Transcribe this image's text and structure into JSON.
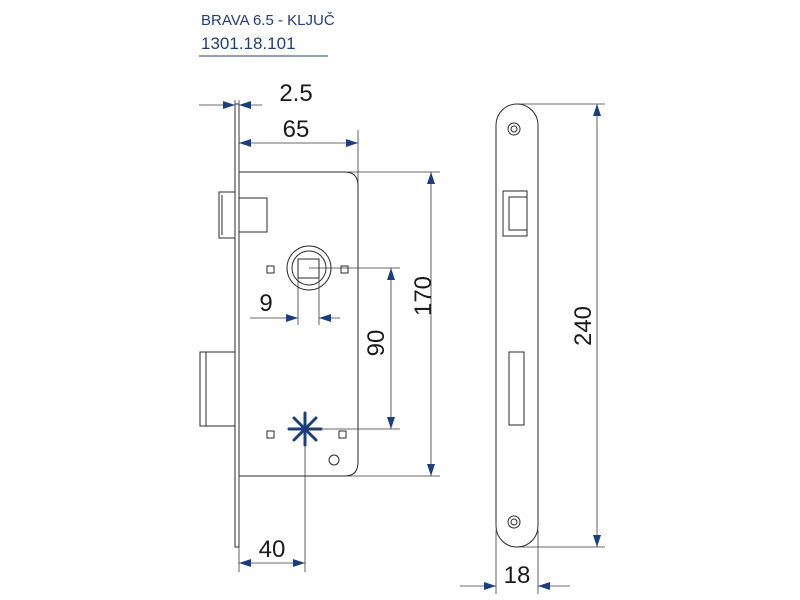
{
  "title": {
    "line1": "BRAVA 6.5 - KLJUČ",
    "line2": "1301.18.101"
  },
  "dimensions": {
    "faceplate_thickness": "2.5",
    "backset_width": "65",
    "handle_square": "9",
    "center_distance": "90",
    "body_height": "170",
    "key_backset": "40",
    "faceplate_height": "240",
    "faceplate_width": "18"
  },
  "colors": {
    "accent": "#1a3f80",
    "title": "#1f3f7a"
  }
}
